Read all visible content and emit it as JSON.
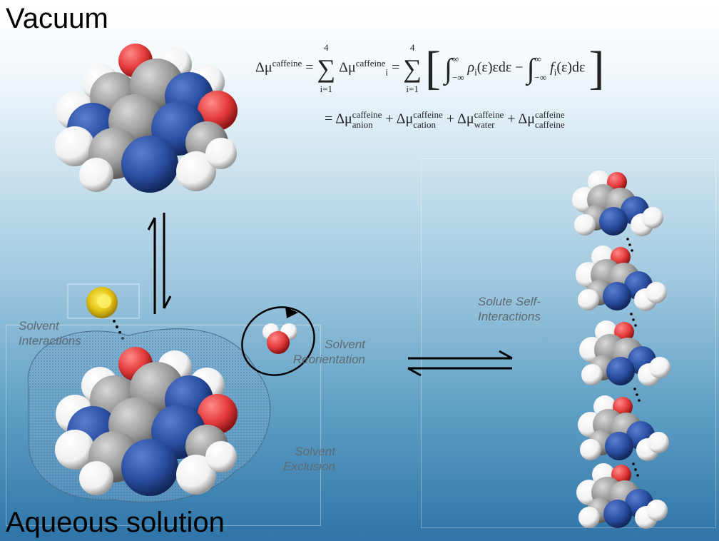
{
  "labels": {
    "vacuum": "Vacuum",
    "aqueous": "Aqueous solution",
    "solvent_interactions": "Solvent Interactions",
    "solvent_reorientation": "Solvent Reorientation",
    "solvent_exclusion": "Solvent Exclusion",
    "solute_self": "Solute Self-Interactions"
  },
  "equation": {
    "line1": {
      "lhs": "Δμ",
      "lhs_sup": "caffeine",
      "eq": "=",
      "sum_top": "4",
      "sum_bot": "i=1",
      "term": "Δμ",
      "term_sub": "i",
      "term_sup": "caffeine",
      "integral1": "∫",
      "int_top": "∞",
      "int_bot": "−∞",
      "rho": "ρ",
      "rho_sub": "i",
      "rho_rest": "(ε)εdε −",
      "f": "f",
      "f_sub": "i",
      "f_rest": "(ε)dε"
    },
    "line2": {
      "eq": "=",
      "a": "Δμ",
      "a_sub": "anion",
      "a_sup": "caffeine",
      "b": "Δμ",
      "b_sub": "cation",
      "b_sup": "caffeine",
      "c": "Δμ",
      "c_sub": "water",
      "c_sup": "caffeine",
      "d": "Δμ",
      "d_sub": "caffeine",
      "d_sup": "caffeine",
      "plus": "+"
    }
  },
  "colors": {
    "carbon": "#9a9a9a",
    "nitrogen": "#2a4fa3",
    "oxygen": "#e43a3a",
    "hydrogen": "#f2f2f2",
    "ion": "#e6c419"
  }
}
